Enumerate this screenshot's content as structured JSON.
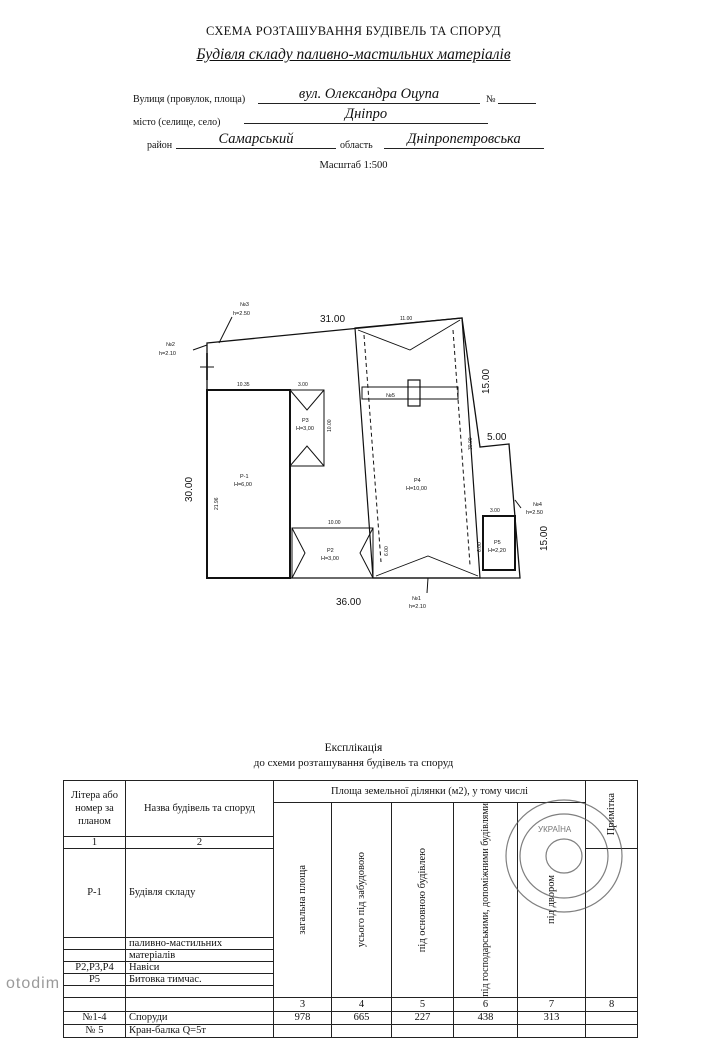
{
  "header": {
    "title": "СХЕМА РОЗТАШУВАННЯ БУДІВЕЛЬ ТА СПОРУД",
    "subtitle": "Будівля складу паливно-мастильних матеріалів"
  },
  "address": {
    "street_label": "Вулиця (провулок, площа)",
    "street_value": "вул. Олександра Оцупа",
    "number_label": "№",
    "number_value": "",
    "city_label": "місто (селище, село)",
    "city_value": "Дніпро",
    "district_label": "район",
    "district_value": "Самарський",
    "region_label": "область",
    "region_value": "Дніпропетровська"
  },
  "scale": "Масштаб 1:500",
  "plan": {
    "dimensions": {
      "top_length": "31.00",
      "top_right_segment": "11.00",
      "left_height": "30.00",
      "bottom_length": "36.00",
      "right_upper": "15.00",
      "right_step": "5.00",
      "right_lower": "15.00",
      "p1_top": "10.35",
      "p1_side": "21.96",
      "p3_top": "3.00",
      "p3_side": "10.00",
      "p2_top": "10.00",
      "p2_side": "6.00",
      "p4_side": "30.00",
      "p4_bottom_side": "6.00",
      "p5_top": "3.00"
    },
    "buildings": [
      {
        "id": "P-1",
        "label": "Р-1",
        "height": "H=6,00"
      },
      {
        "id": "P3",
        "label": "Р3",
        "height": "H=3,00"
      },
      {
        "id": "P2",
        "label": "Р2",
        "height": "H=3,00"
      },
      {
        "id": "P4",
        "label": "Р4",
        "height": "H=10,00"
      },
      {
        "id": "P5",
        "label": "Р5",
        "height": "H=2,20"
      }
    ],
    "structures": [
      {
        "id": "n1",
        "label": "№1",
        "h": "h=2.10"
      },
      {
        "id": "n2",
        "label": "№2",
        "h": "h=2.10"
      },
      {
        "id": "n3",
        "label": "№3",
        "h": "h=2.50"
      },
      {
        "id": "n4",
        "label": "№4",
        "h": "h=2.50"
      },
      {
        "id": "n5",
        "label": "№5"
      }
    ]
  },
  "explication": {
    "title": "Експлікація",
    "subtitle": "до схеми розташування будівель та споруд",
    "col_letter": "Літера або номер за планом",
    "col_name": "Назва будівель та споруд",
    "col_area_group": "Площа земельної ділянки (м2), у тому числі",
    "col_total": "загальна площа",
    "col_built": "усього під забудовою",
    "col_main": "під основною будівлею",
    "col_aux": "під господарськими, допоміжними будівлями",
    "col_yard": "під двором",
    "col_note": "Примітка",
    "num_1": "1",
    "num_2": "2",
    "num_3": "3",
    "num_4": "4",
    "num_5": "5",
    "num_6": "6",
    "num_7": "7",
    "num_8": "8",
    "rows": [
      {
        "letter": "Р-1",
        "name": "Будівля складу"
      },
      {
        "letter": "",
        "name": "паливно-мастильних"
      },
      {
        "letter": "",
        "name": "матеріалів"
      },
      {
        "letter": "Р2,Р3,Р4",
        "name": "Навіси"
      },
      {
        "letter": "Р5",
        "name": "Битовка тимчас."
      },
      {
        "letter": "",
        "name": ""
      },
      {
        "letter": "",
        "name": ""
      },
      {
        "letter": "№1-4",
        "name": "Споруди"
      },
      {
        "letter": "№ 5",
        "name": "Кран-балка Q=5т"
      }
    ],
    "totals": {
      "total": "978",
      "built": "665",
      "main": "227",
      "aux": "438",
      "yard": "313"
    }
  },
  "stamp_text": "УКРАЇНА",
  "watermark": "otodim",
  "colors": {
    "ink": "#111111",
    "stamp": "#555555"
  }
}
